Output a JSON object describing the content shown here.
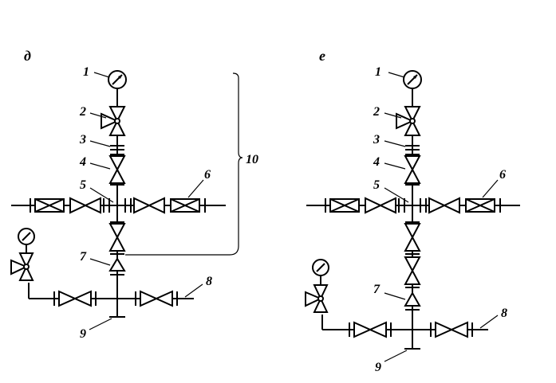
{
  "diagrams": [
    {
      "title": "д",
      "labels": {
        "gauge": "1",
        "valve3way": "2",
        "flange": "3",
        "valve": "4",
        "cross": "5",
        "filter": "6",
        "lower_valve": "7",
        "outlet": "8",
        "base": "9",
        "bracket": "10"
      }
    },
    {
      "title": "е",
      "labels": {
        "gauge": "1",
        "valve3way": "2",
        "flange": "3",
        "valve": "4",
        "cross": "5",
        "filter": "6",
        "lower_valve": "7",
        "outlet": "8",
        "base": "9"
      }
    }
  ],
  "colors": {
    "line": "#000000",
    "background": "#ffffff"
  }
}
